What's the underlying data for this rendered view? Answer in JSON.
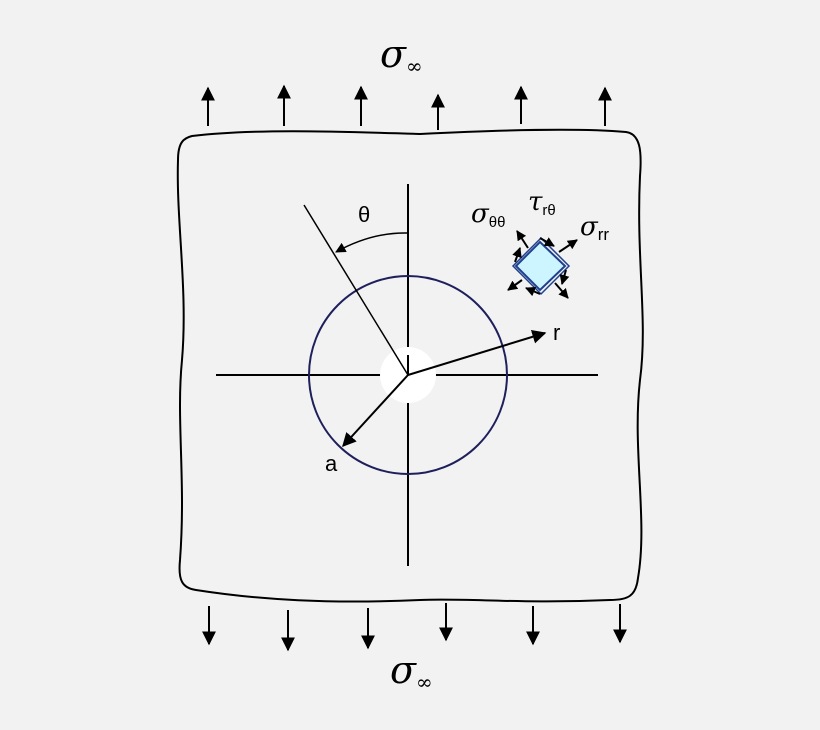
{
  "labels": {
    "top_stress": "σ",
    "top_stress_sub": "∞",
    "bottom_stress": "σ",
    "bottom_stress_sub": "∞",
    "theta": "θ",
    "radius_label": "r",
    "hole_radius_label": "a",
    "sigma_theta_theta": "σ",
    "sigma_theta_theta_sub": "θθ",
    "tau_r_theta": "τ",
    "tau_r_theta_sub": "rθ",
    "sigma_rr": "σ",
    "sigma_rr_sub": "rr"
  },
  "colors": {
    "background": "#f2f2f2",
    "stroke": "#000000",
    "circle": "#1f1f5c",
    "element_fill": "#ccf5ff",
    "element_stroke": "#1f3f8f",
    "plate_fill": "#f2f2f2",
    "hole_fill": "#ffffff"
  }
}
